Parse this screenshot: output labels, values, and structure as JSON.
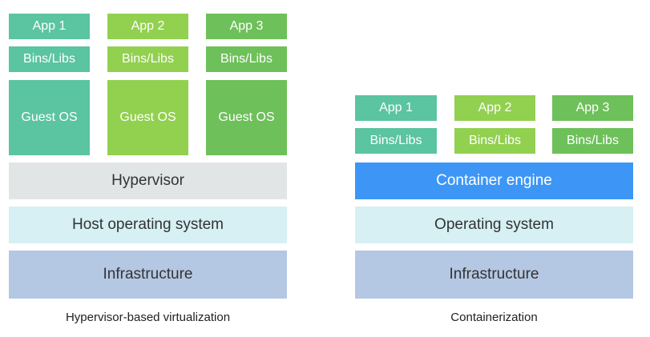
{
  "colors": {
    "app1": "#5bc4a0",
    "app2": "#92d050",
    "app3": "#6ec05a",
    "hypervisor": "#e2e5e5",
    "host_os": "#d6f0f4",
    "infrastructure": "#b4c7e3",
    "container_engine": "#3d96f5"
  },
  "vm": {
    "columns": [
      {
        "app": "App 1",
        "libs": "Bins/Libs",
        "guest_os": "Guest OS"
      },
      {
        "app": "App 2",
        "libs": "Bins/Libs",
        "guest_os": "Guest OS"
      },
      {
        "app": "App 3",
        "libs": "Bins/Libs",
        "guest_os": "Guest OS"
      }
    ],
    "hypervisor": "Hypervisor",
    "host_os": "Host operating system",
    "infrastructure": "Infrastructure",
    "caption": "Hypervisor-based virtualization"
  },
  "container": {
    "columns": [
      {
        "app": "App 1",
        "libs": "Bins/Libs"
      },
      {
        "app": "App 2",
        "libs": "Bins/Libs"
      },
      {
        "app": "App 3",
        "libs": "Bins/Libs"
      }
    ],
    "engine": "Container engine",
    "os": "Operating system",
    "infrastructure": "Infrastructure",
    "caption": "Containerization"
  }
}
